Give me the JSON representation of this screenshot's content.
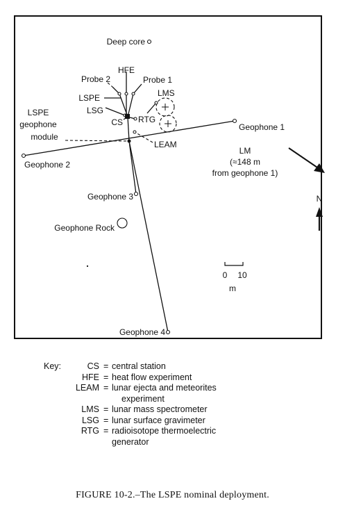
{
  "diagram": {
    "labels": {
      "deep_core": "Deep core",
      "hfe": "HFE",
      "probe2": "Probe 2",
      "probe1": "Probe 1",
      "lspe": "LSPE",
      "lms": "LMS",
      "lsg": "LSG",
      "rtg": "RTG",
      "cs": "CS",
      "lspe_module_1": "LSPE",
      "lspe_module_2": "geophone",
      "lspe_module_3": "module",
      "leam": "LEAM",
      "geophone1": "Geophone 1",
      "geophone2": "Geophone 2",
      "geophone3": "Geophone 3",
      "geophone4": "Geophone 4",
      "geophone_rock": "Geophone Rock",
      "lm_1": "LM",
      "lm_2": "(≈148 m",
      "lm_3": "from geophone 1)",
      "north": "N",
      "scale_0": "0",
      "scale_10": "10",
      "scale_unit": "m"
    }
  },
  "key": {
    "title": "Key:",
    "entries": [
      {
        "abbr": "CS",
        "eq": "=",
        "def": "central station"
      },
      {
        "abbr": "HFE",
        "eq": "=",
        "def": "heat flow experiment"
      },
      {
        "abbr": "LEAM",
        "eq": "=",
        "def": "lunar ejecta and meteorites",
        "cont": "experiment"
      },
      {
        "abbr": "LMS",
        "eq": "=",
        "def": "lunar mass spectrometer"
      },
      {
        "abbr": "LSG",
        "eq": "=",
        "def": "lunar surface gravimeter"
      },
      {
        "abbr": "RTG",
        "eq": "=",
        "def": "radioisotope thermoelectric",
        "cont": "generator"
      }
    ]
  },
  "caption": "FIGURE 10-2.–The LSPE nominal deployment."
}
